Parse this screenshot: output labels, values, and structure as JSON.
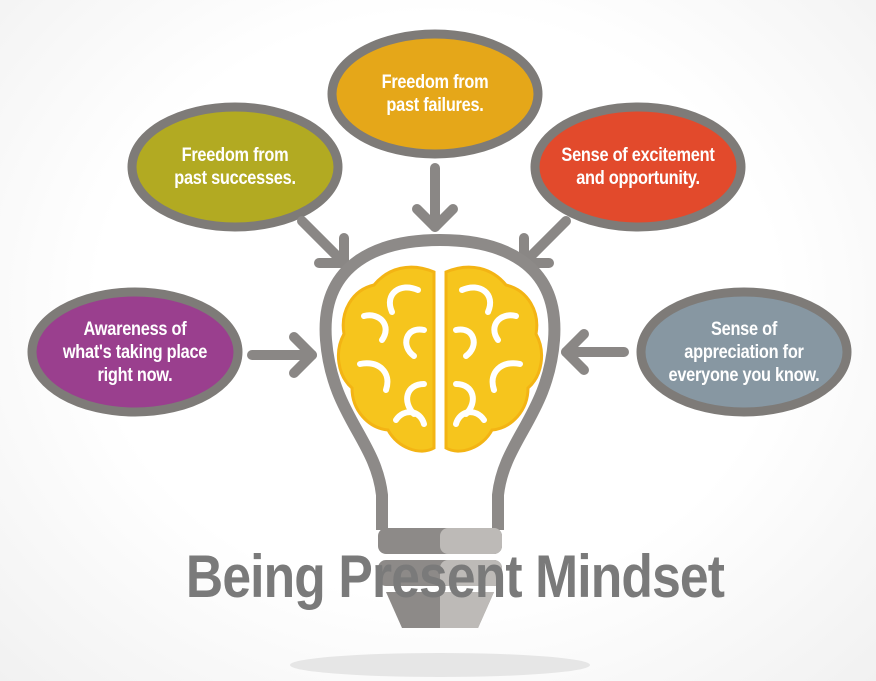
{
  "title": "Being Present Mindset",
  "bubbles": {
    "past_failures": "Freedom from\npast failures.",
    "past_successes": "Freedom from\npast successes.",
    "excitement": "Sense of excitement\nand opportunity.",
    "awareness": "Awareness of\nwhat's taking place\nright now.",
    "appreciation": "Sense of\nappreciation for\neveryone you know."
  },
  "colors": {
    "past_failures": "#e5a719",
    "past_successes": "#b2aa22",
    "excitement": "#e24a2c",
    "awareness": "#9a3f8e",
    "appreciation": "#8797a2",
    "bubble_border": "#7e7b78",
    "arrow": "#8a8785",
    "bulb_outline": "#8d8a88",
    "brain": "#f6c51d",
    "title": "#7a7a7a"
  },
  "icons": {
    "bulb": "light-bulb-icon",
    "brain": "brain-icon"
  }
}
